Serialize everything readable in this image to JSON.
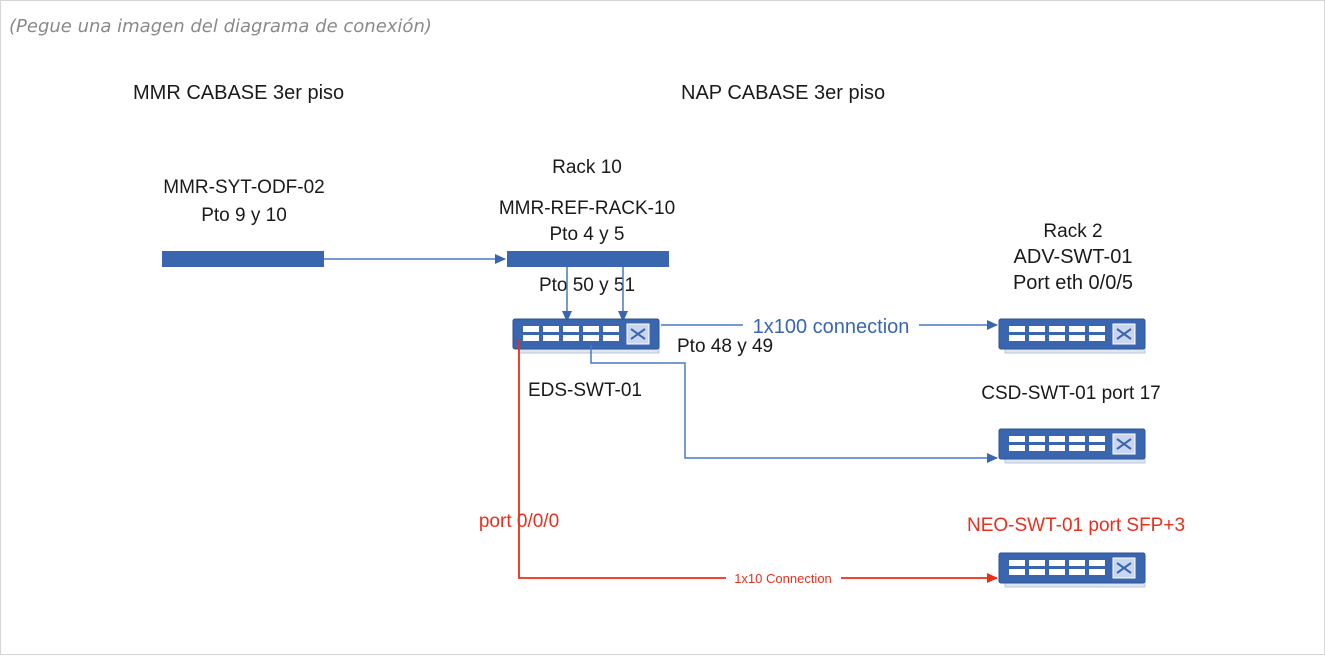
{
  "hint": "(Pegue una imagen del diagrama de conexión)",
  "diagram": {
    "left_site": "MMR CABASE 3er piso",
    "right_site": "NAP CABASE 3er piso",
    "odf": {
      "line1": "MMR-SYT-ODF-02",
      "line2": "Pto 9 y 10"
    },
    "rack10": {
      "title": "Rack 10",
      "panel": "MMR-REF-RACK-10",
      "ports": "Pto 4 y 5",
      "uplink_ports": "Pto 50 y 51"
    },
    "eds_switch": {
      "name": "EDS-SWT-01",
      "ports": "Pto 48 y 49"
    },
    "adv_switch": {
      "line1": "Rack 2",
      "line2": "ADV-SWT-01",
      "line3": "Port eth 0/0/5"
    },
    "csd_switch": {
      "name": "CSD-SWT-01 port 17"
    },
    "neo_switch": {
      "name": "NEO-SWT-01 port SFP+3"
    },
    "link_blue": "1x100 connection",
    "link_red_port": "port 0/0/0",
    "link_red": "1x10 Connection"
  },
  "colors": {
    "panel": "#3a66b0",
    "switch": "#3a66b0",
    "blue_link": "#4a78c4",
    "red_link": "#f02b16"
  }
}
